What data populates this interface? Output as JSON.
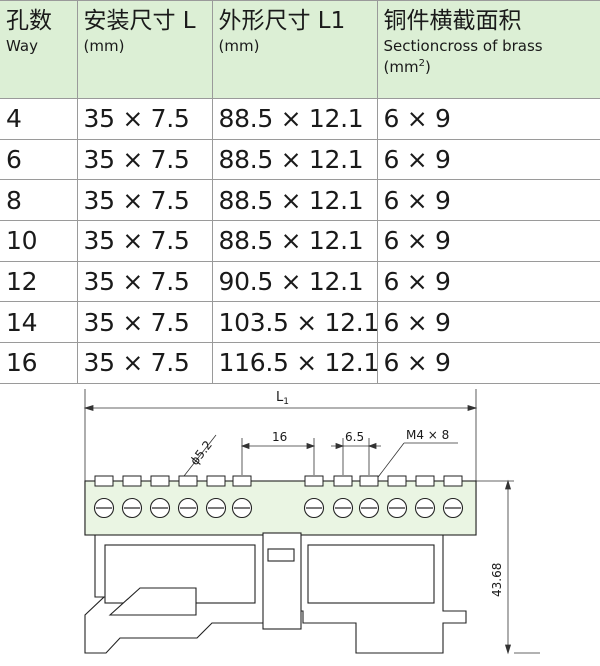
{
  "table": {
    "headers": [
      {
        "cn": "孔数",
        "en": "Way"
      },
      {
        "cn": "安装尺寸 L",
        "en": "(mm)"
      },
      {
        "cn": "外形尺寸 L1",
        "en": "(mm)"
      },
      {
        "cn": "铜件横截面积",
        "en": "Sectioncross of brass",
        "unit": "(mm",
        "unit_sup": "2",
        "unit_close": ")"
      }
    ],
    "rows": [
      [
        "4",
        "35 × 7.5",
        "88.5 × 12.1",
        "6 × 9"
      ],
      [
        "6",
        "35 × 7.5",
        "88.5 × 12.1",
        "6 × 9"
      ],
      [
        "8",
        "35 × 7.5",
        "88.5 × 12.1",
        "6 × 9"
      ],
      [
        "10",
        "35 × 7.5",
        "88.5 × 12.1",
        "6 × 9"
      ],
      [
        "12",
        "35 × 7.5",
        "90.5 × 12.1",
        "6 × 9"
      ],
      [
        "14",
        "35 × 7.5",
        "103.5 × 12.1",
        "6 × 9"
      ],
      [
        "16",
        "35 × 7.5",
        "116.5 × 12.1",
        "6 × 9"
      ]
    ],
    "header_bg": "#dcefd5"
  },
  "drawing": {
    "dim_overall": "L",
    "dim_overall_sub": "1",
    "dim_hole": "ϕ5.2",
    "dim_gap": "16",
    "dim_pitch": "6.5",
    "dim_screw": "M4 × 8",
    "dim_height": "43.68"
  }
}
